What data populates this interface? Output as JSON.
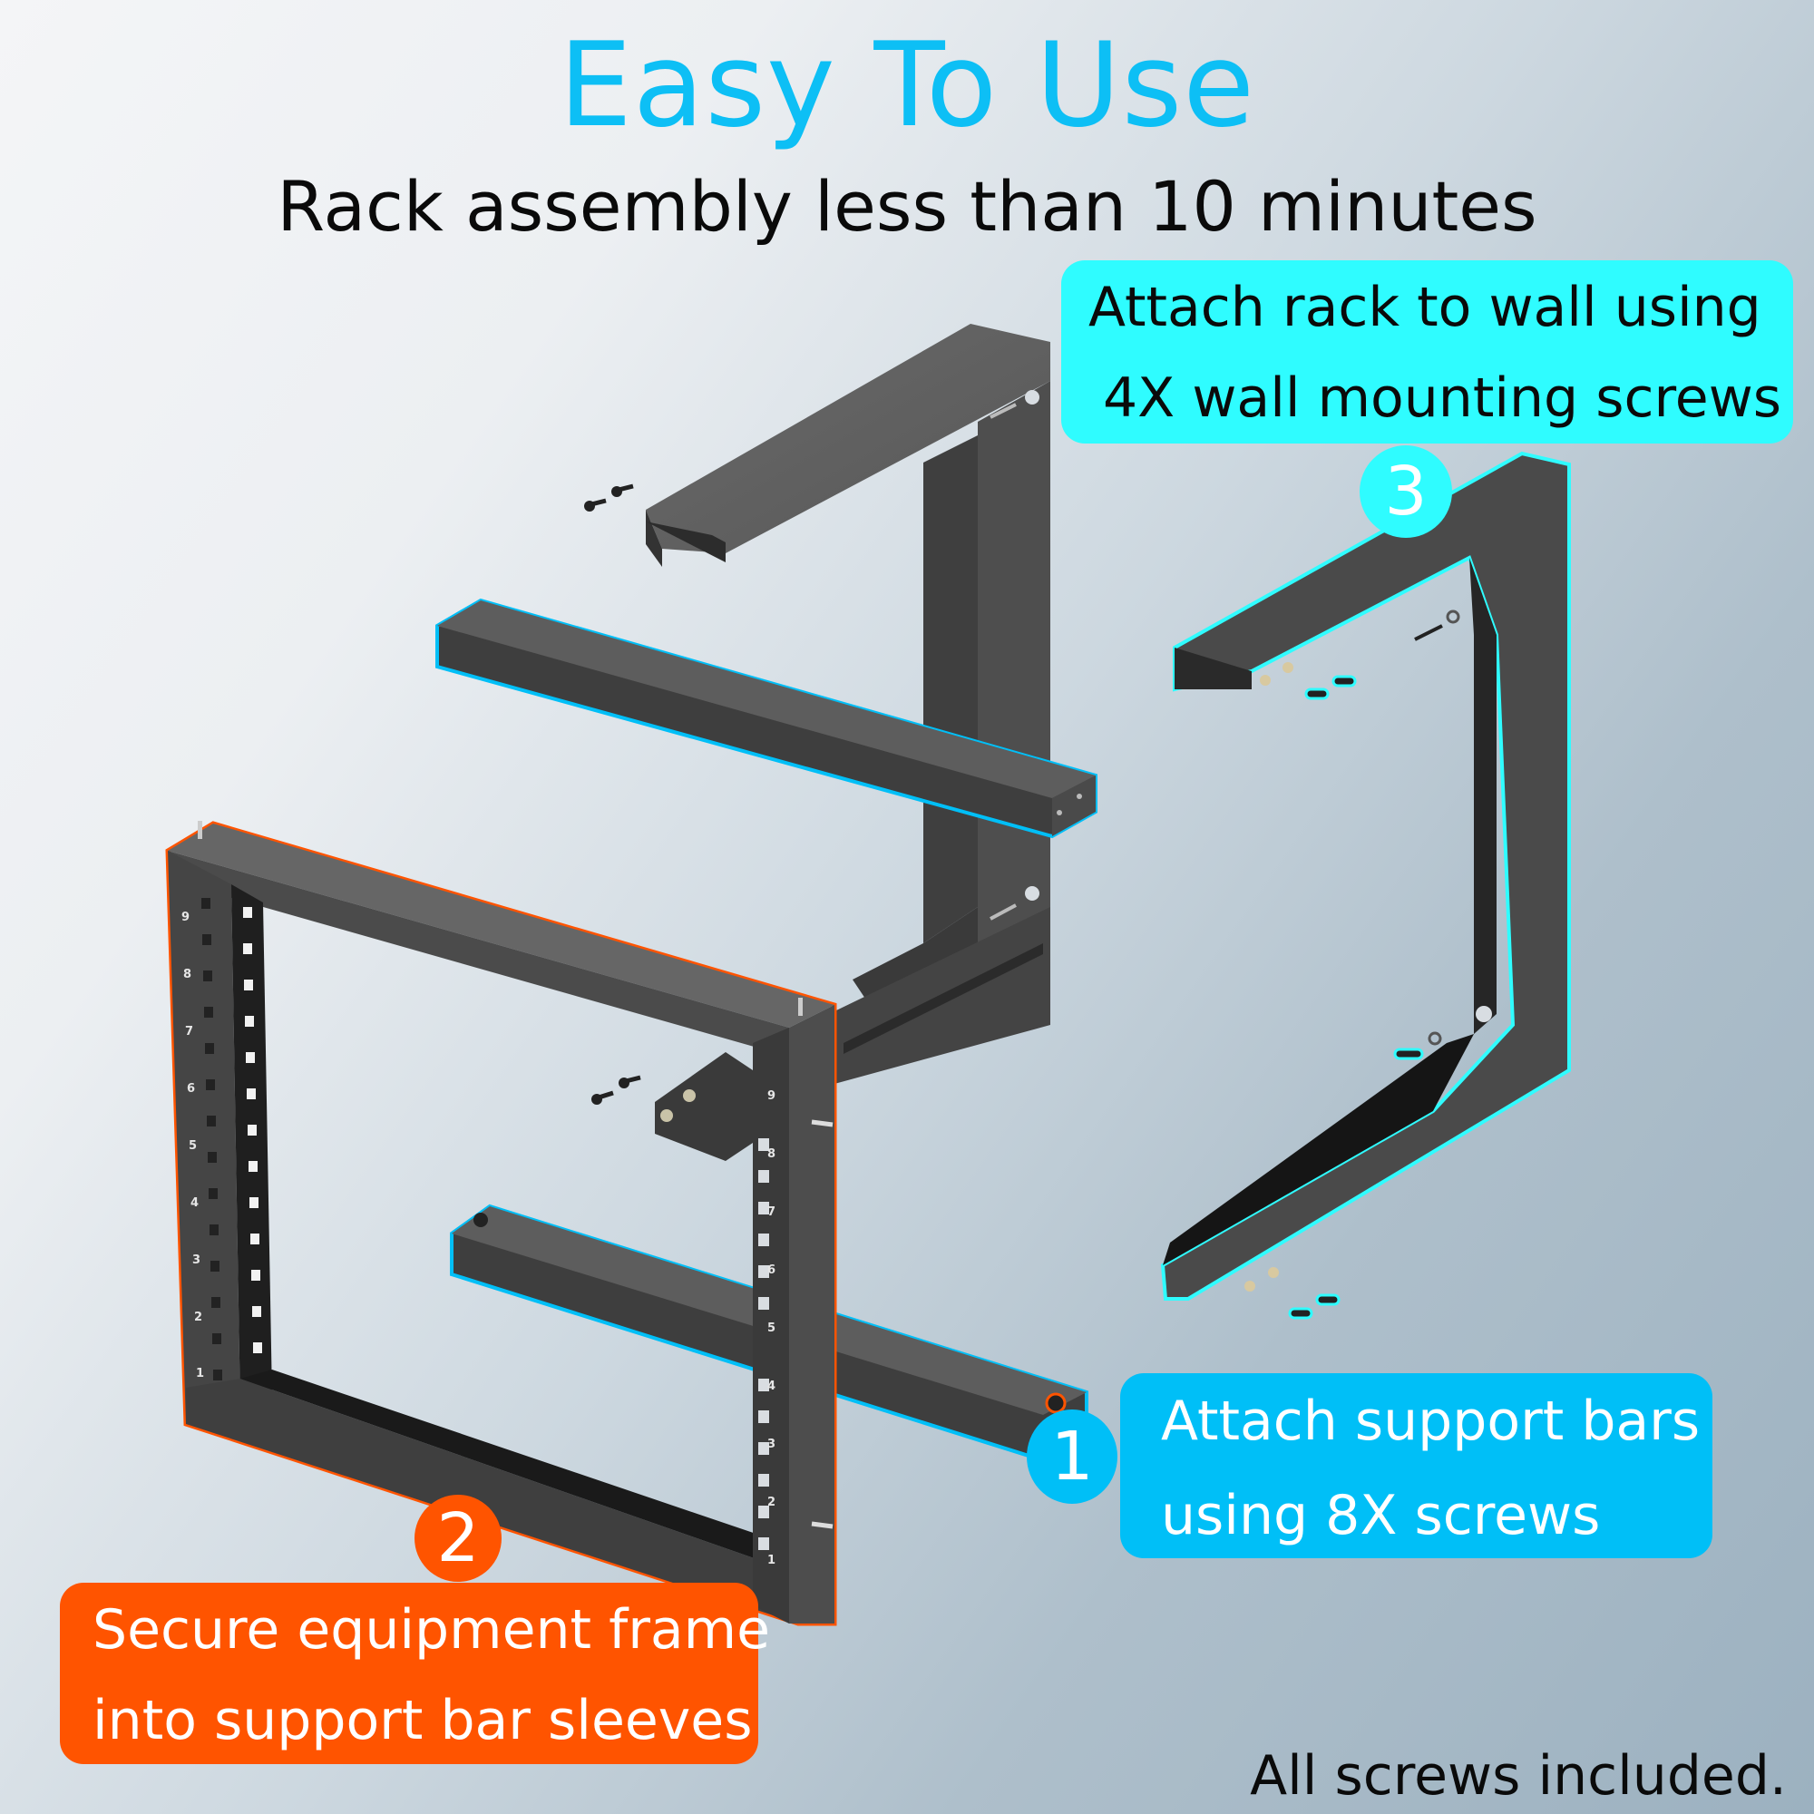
{
  "header": {
    "title": "Easy To Use",
    "subtitle": "Rack assembly less than 10 minutes"
  },
  "steps": [
    {
      "number": "1",
      "lines": [
        "Attach support bars",
        "using 8X screws"
      ],
      "color": "#00bff7",
      "text_color": "#ffffff"
    },
    {
      "number": "2",
      "lines": [
        "Secure equipment frame",
        "into support bar sleeves"
      ],
      "color": "#ff5400",
      "text_color": "#ffffff"
    },
    {
      "number": "3",
      "lines": [
        "Attach rack to wall using",
        "4X wall mounting screws"
      ],
      "color": "#2ffcff",
      "text_color": "#0a0a0a"
    }
  ],
  "footnote": "All screws included.",
  "illustration": {
    "subject": "wall-mount open-frame rack, exploded view",
    "parts": [
      "back wall bracket",
      "support bar (top)",
      "support bar (bottom)",
      "front equipment frame",
      "side wall bracket",
      "screws"
    ],
    "rack_units_left_post": [
      "9",
      "8",
      "7",
      "6",
      "5",
      "4",
      "3",
      "2",
      "1"
    ],
    "rack_units_right_post": [
      "9",
      "8",
      "7",
      "6",
      "5",
      "4",
      "3",
      "2",
      "1"
    ]
  },
  "colors": {
    "title": "#0dbff5",
    "step1_highlight": "#00bff7",
    "step2_highlight": "#ff5400",
    "step3_highlight": "#2ffcff",
    "metal": "#4a4a4a"
  }
}
